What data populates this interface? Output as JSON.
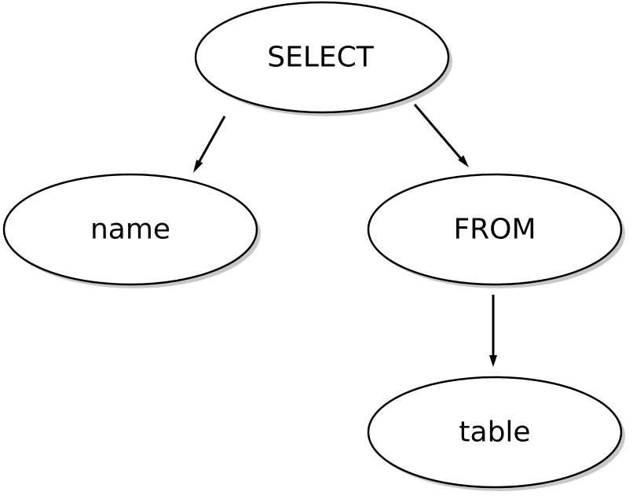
{
  "nodes": [
    {
      "id": "select",
      "label": "SELECT"
    },
    {
      "id": "name",
      "label": "name"
    },
    {
      "id": "from",
      "label": "FROM"
    },
    {
      "id": "table",
      "label": "table"
    }
  ],
  "edges": [
    {
      "from": "select",
      "to": "name"
    },
    {
      "from": "select",
      "to": "from"
    },
    {
      "from": "from",
      "to": "table"
    }
  ]
}
